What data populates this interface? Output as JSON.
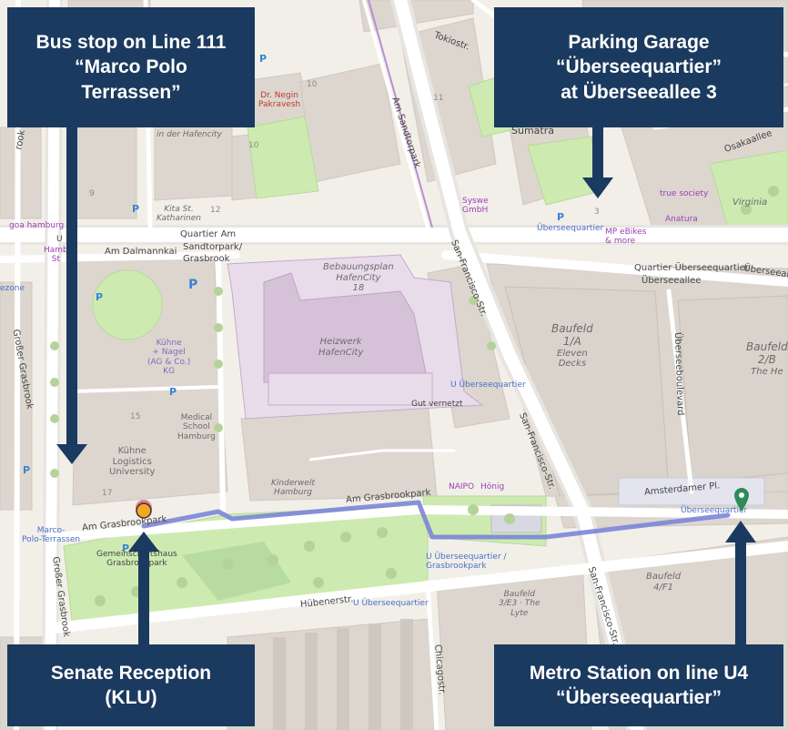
{
  "callouts": {
    "bus_stop": {
      "line1": "Bus stop on Line 111",
      "line2": "“Marco Polo",
      "line3": "Terrassen”"
    },
    "parking": {
      "line1": "Parking Garage",
      "line2": "“Überseequartier”",
      "line3": "at Überseeallee 3"
    },
    "senate": {
      "line1": "Senate Reception",
      "line2": "(KLU)"
    },
    "metro": {
      "line1": "Metro Station on line U4",
      "line2": "“Überseequartier”"
    }
  },
  "streets": {
    "tokiostr": "Tokiostr.",
    "am_sandtorpark": "Am Sandtorpark",
    "am_dalmannkai": "Am Dalmannkai",
    "quartier_am_sandtorpark": "Quartier Am",
    "sandtorpark_grasbrook_1": "Sandtorpark/",
    "sandtorpark_grasbrook_2": "Grasbrook",
    "san_francisco_1": "San-Francisco-Str.",
    "san_francisco_2": "San-Francisco-Str.",
    "san_francisco_3": "San-Francisco-Str.",
    "quartier_ueberseequartier": "Quartier Überseequartier",
    "ueberseeallee_1": "Überseeallee",
    "ueberseeallee_2": "Überseeallee",
    "ueberseequartier_street": "Überseequartier",
    "osakaallee": "Osakaallee",
    "grosser_grasbrook_1": "Großer Grasbrook",
    "grosser_grasbrook_2": "Großer Grasbrook",
    "am_grasbrookpark_1": "Am Grasbrookpark",
    "am_grasbrookpark_2": "Am Grasbrookpark",
    "amsterdamer_pl": "Amsterdamer Pl.",
    "ueberseeboulevard": "Überseeboulevard",
    "huebenerstr": "Hübenerstr.",
    "chicagostr": "Chicagostr.",
    "rook": "rook"
  },
  "areas": {
    "bebauungsplan_1": "Bebauungsplan",
    "bebauungsplan_2": "HafenCity",
    "bebauungsplan_3": "18",
    "heizwerk_1": "Heizwerk",
    "heizwerk_2": "HafenCity",
    "baufeld_1a_1": "Baufeld",
    "baufeld_1a_2": "1/A",
    "baufeld_1a_3": "Eleven",
    "baufeld_1a_4": "Decks",
    "baufeld_2b_1": "Baufeld",
    "baufeld_2b_2": "2/B",
    "baufeld_2b_3": "The He",
    "baufeld_4f1_1": "Baufeld",
    "baufeld_4f1_2": "4/F1",
    "baufeld_3e3_1": "Baufeld",
    "baufeld_3e3_2": "3/E3 · The",
    "baufeld_3e3_3": "Lyte",
    "in_der_hafencity": "in der Hafencity",
    "kita_1": "Kita St.",
    "kita_2": "Katharinen",
    "kinderwelt_1": "Kinderwelt",
    "kinderwelt_2": "Hamburg",
    "virginia": "Virginia"
  },
  "pois": {
    "dr_negin_1": "Dr. Negin",
    "dr_negin_2": "Pakravesh",
    "kuehne_nagel_1": "Kühne",
    "kuehne_nagel_2": "+ Nagel",
    "kuehne_nagel_3": "(AG & Co.)",
    "kuehne_nagel_4": "KG",
    "medical_1": "Medical",
    "medical_2": "School",
    "medical_3": "Hamburg",
    "kuehne_logistics_1": "Kühne",
    "kuehne_logistics_2": "Logistics",
    "kuehne_logistics_3": "University",
    "gut_vernetzt": "Gut vernetzt",
    "u_ueberseequartier_1": "U Überseequartier",
    "u_ueberseequartier_2": "U Überseequartier",
    "u_grasbrookpark_1": "U Überseequartier /",
    "u_grasbrookpark_2": "Grasbrookpark",
    "u_ueberseequartier_3": "Überseequartier",
    "naipo": "NAIPO",
    "hoenig": "Hönig",
    "syswe_1": "Syswe",
    "syswe_2": "GmbH",
    "mp_ebikes_1": "MP eBikes",
    "mp_ebikes_2": "& more",
    "true_society": "true society",
    "anatura": "Anatura",
    "marco_polo_1": "Marco-",
    "marco_polo_2": "Polo-Terrassen",
    "gemeinschaftshaus_1": "Gemeinschaftshaus",
    "gemeinschaftshaus_2": "Grasbrookpark",
    "goa_hamburg": "goa hamburg",
    "hamburg_side_1": "Hamb",
    "hamburg_side_2": "St",
    "ezone": "ezone",
    "sumatra": "Sumatra",
    "u_left": "U"
  },
  "house_numbers": {
    "n10a": "10",
    "n11": "11",
    "n10b": "10",
    "n9": "9",
    "n12": "12",
    "n15": "15",
    "n17": "17",
    "n3": "3"
  },
  "colors": {
    "callout_bg": "#1b3a5f",
    "route": "#7b86d8",
    "destination_marker": "#2e8b57",
    "origin_marker": "#f5a623"
  }
}
